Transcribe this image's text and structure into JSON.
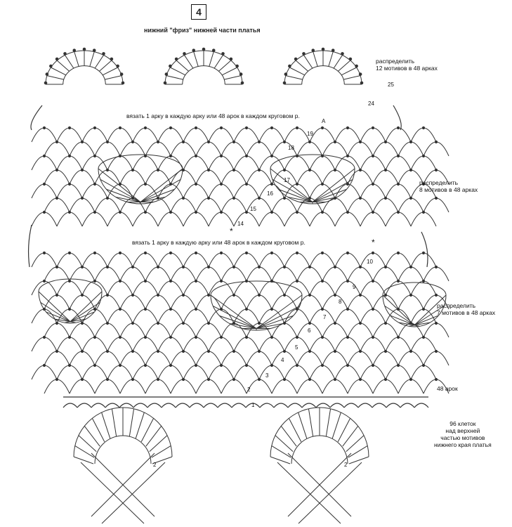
{
  "header": {
    "badge": "4",
    "title": "нижний \"фриз\" нижней части платья"
  },
  "instructions": {
    "row1": "вязать 1 арку в каждую арку или 48 арок в каждом круговом р.",
    "row2": "вязать 1 арку в каждую арку или 48 арок в каждом круговом р."
  },
  "notes": {
    "n1": [
      "распределить",
      "12 мотивов в 48 арках"
    ],
    "n2": [
      "распределить",
      "8 мотивов в 48 арках"
    ],
    "n3": [
      "распределить",
      "7 мотивов в 48 арках"
    ],
    "n4": "48 арок",
    "n5": [
      "96 клеток",
      "над верхней",
      "частью мотивов",
      "нижнего края платья"
    ]
  },
  "row_numbers": [
    "25",
    "24",
    "A",
    "19",
    "18",
    "17",
    "16",
    "15",
    "14",
    "10",
    "9",
    "8",
    "7",
    "6",
    "5",
    "4",
    "3",
    "2",
    "1",
    "2",
    "2"
  ],
  "stars": [
    "*",
    "*"
  ]
}
